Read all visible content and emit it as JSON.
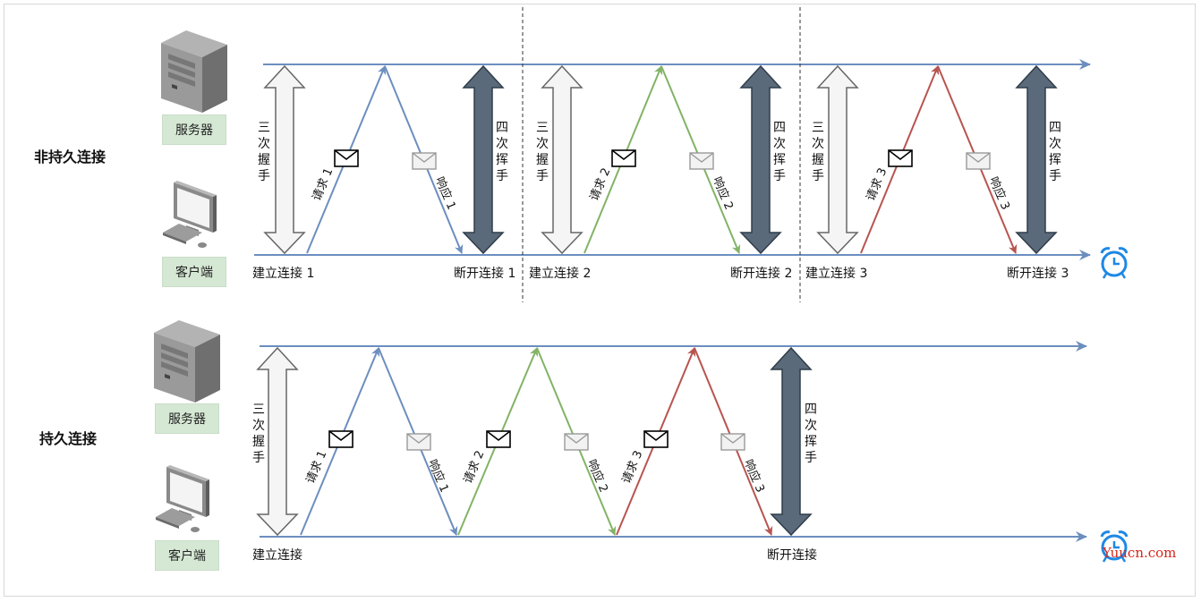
{
  "nonpersistent": {
    "title": "非持久连接",
    "server_label": "服务器",
    "client_label": "客户端",
    "handshake": "三次握手",
    "wave": "四次挥手",
    "requests": [
      "请求 1",
      "请求 2",
      "请求 3"
    ],
    "responses": [
      "响应 1",
      "响应 2",
      "响应 3"
    ],
    "connect_labels": [
      "建立连接 1",
      "建立连接 2",
      "建立连接 3"
    ],
    "disconnect_labels": [
      "断开连接 1",
      "断开连接 2",
      "断开连接 3"
    ]
  },
  "persistent": {
    "title": "持久连接",
    "server_label": "服务器",
    "client_label": "客户端",
    "handshake": "三次握手",
    "wave": "四次挥手",
    "requests": [
      "请求 1",
      "请求 2",
      "请求 3"
    ],
    "responses": [
      "响应 1",
      "响应 2",
      "响应 3"
    ],
    "connect_label": "建立连接",
    "disconnect_label": "断开连接"
  },
  "watermark": "Yuucn.com",
  "colors": {
    "timeline": "#6c8ebf",
    "request1": "#6c8ebf",
    "request2": "#82b366",
    "request3": "#b85450",
    "handshake_fill": "#f5f5f5",
    "wave_fill": "#5a6a7a",
    "label_bg": "#d5e8d4",
    "clock": "#1e88e5"
  },
  "icons": [
    "server-icon",
    "computer-icon",
    "envelope-icon",
    "alarm-clock-icon"
  ]
}
